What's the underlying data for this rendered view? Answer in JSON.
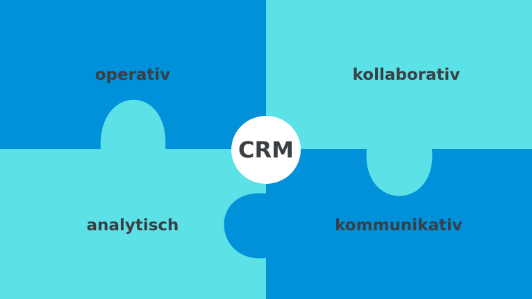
{
  "pieces": {
    "top_left": "operativ",
    "top_right": "kollaborativ",
    "bottom_left": "analytisch",
    "bottom_right": "kommunikativ"
  },
  "center": "CRM",
  "colors": {
    "dark_blue": "#0091DA",
    "light_cyan": "#5CE1E6",
    "text": "#3A3F44",
    "center_fill": "#FFFFFF"
  }
}
